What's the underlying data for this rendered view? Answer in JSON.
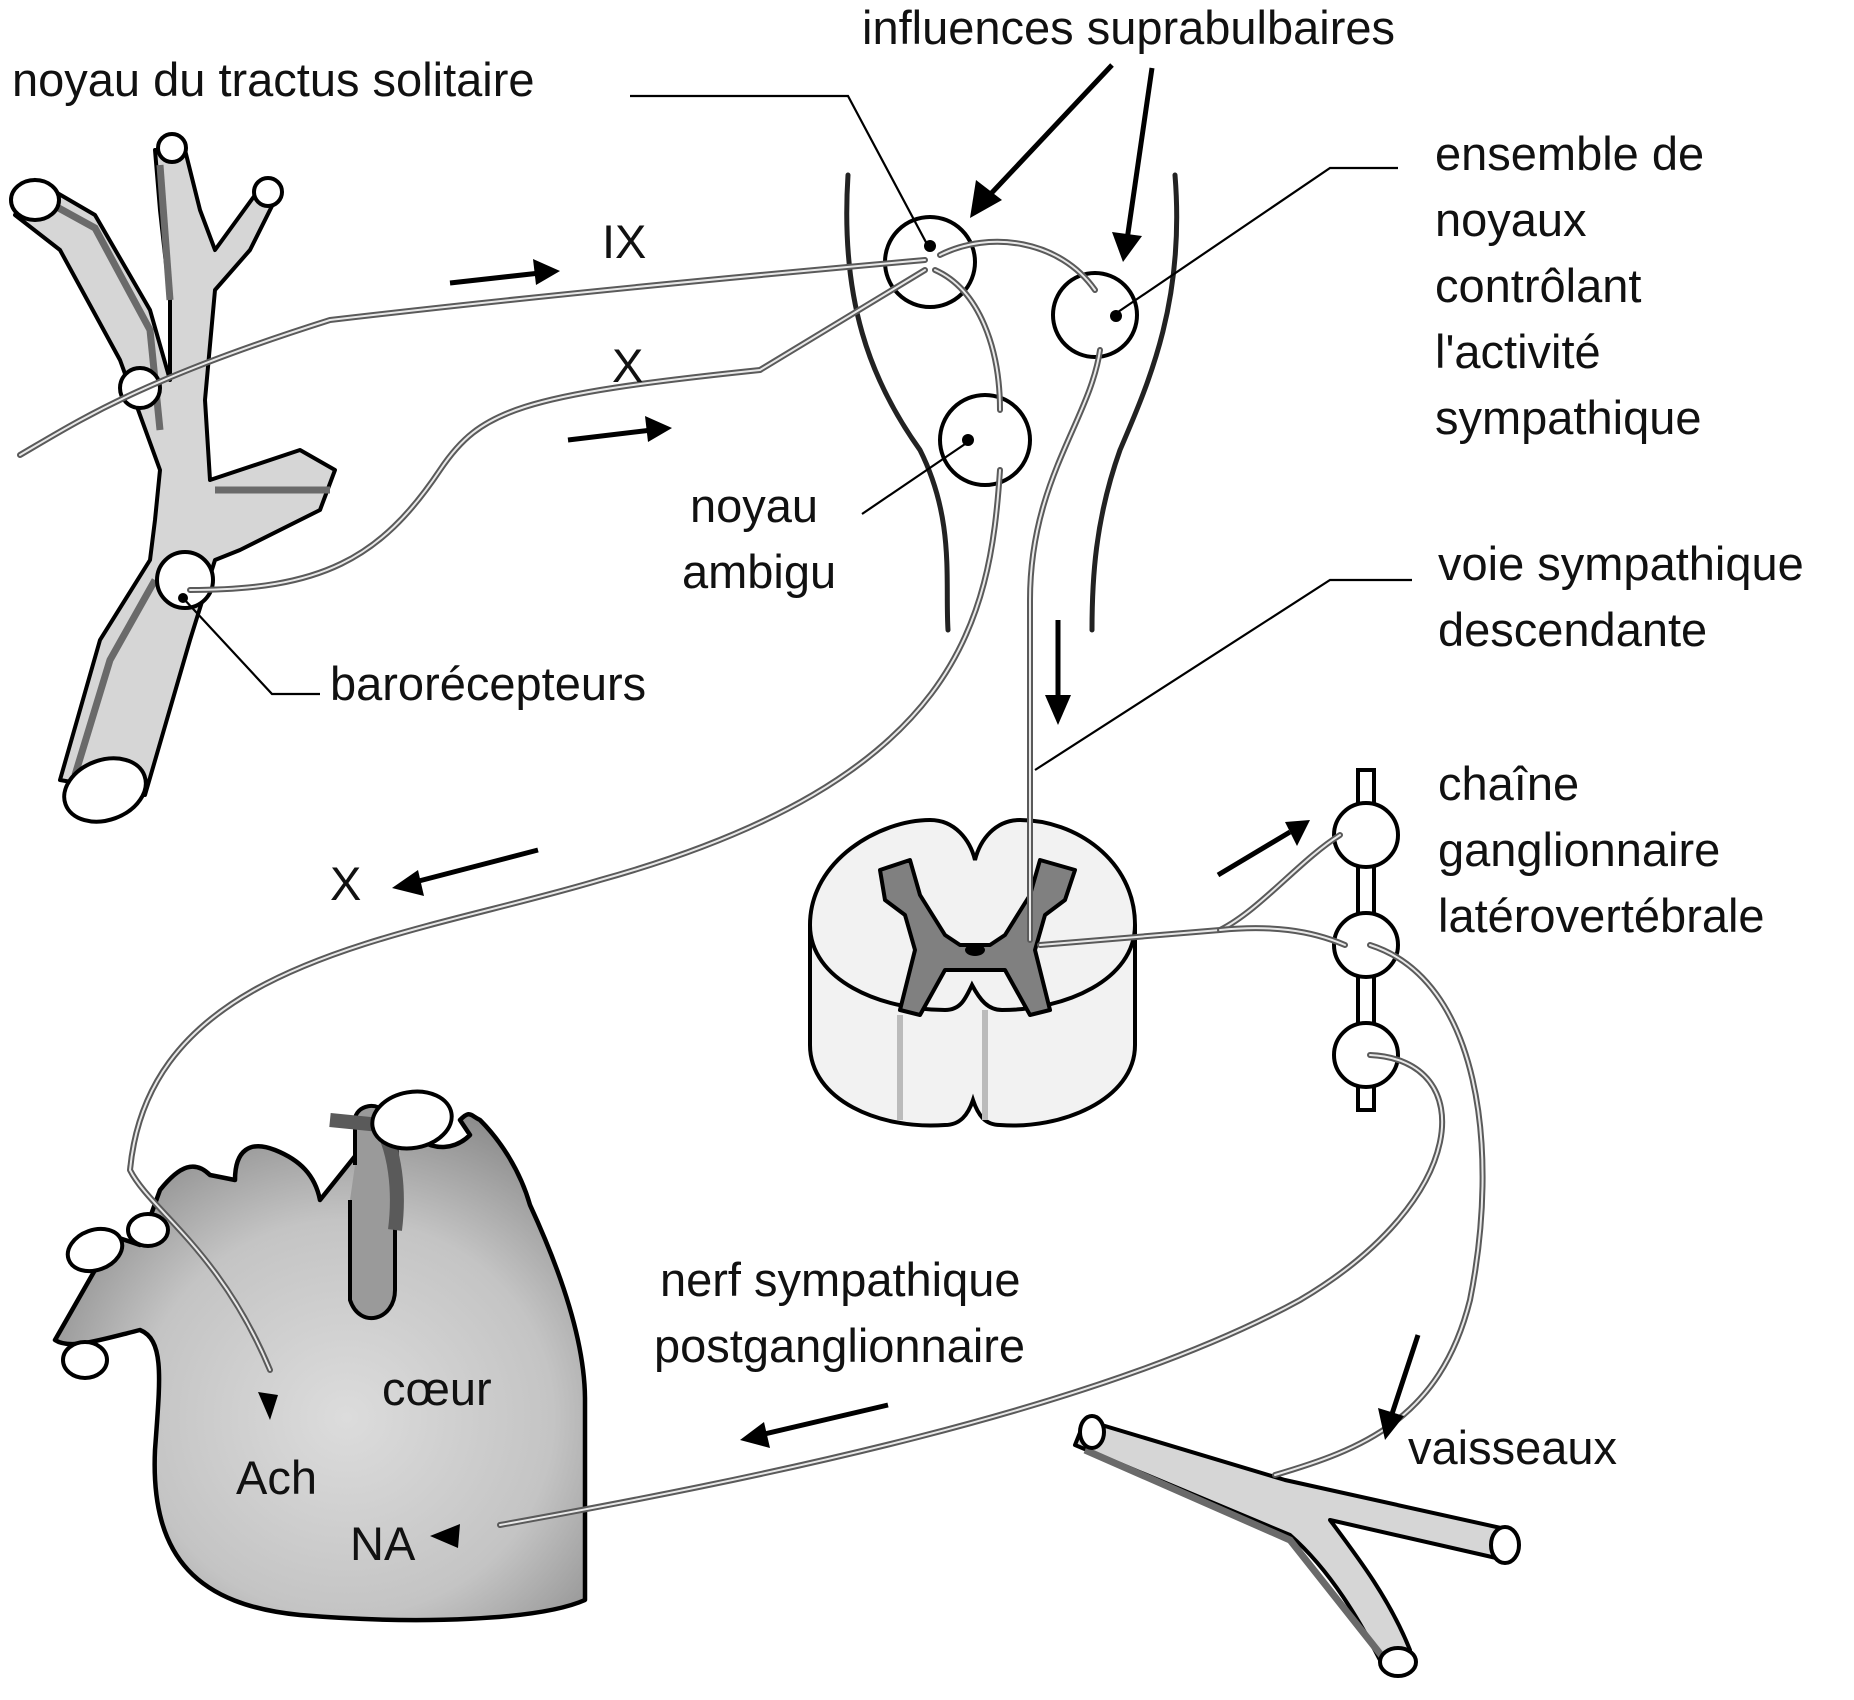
{
  "labels": {
    "influences": "influences suprabulbaires",
    "nts": "noyau du tractus solitaire",
    "ensemble": [
      "ensemble de",
      "noyaux",
      "contrôlant",
      "l'activité",
      "sympathique"
    ],
    "ix": "IX",
    "x_upper": "X",
    "noyau_ambigu": [
      "noyau",
      "ambigu"
    ],
    "voie": [
      "voie sympathique",
      "descendante"
    ],
    "barorecepteurs": "barorécepteurs",
    "chaine": [
      "chaîne",
      "ganglionnaire",
      "latérovertébrale"
    ],
    "x_lower": "X",
    "nerf": [
      "nerf sympathique",
      "postganglionnaire"
    ],
    "coeur": "cœur",
    "vaisseaux": "vaisseaux",
    "ach": "Ach",
    "na": "NA"
  },
  "colors": {
    "vessel_fill": "#d6d6d6",
    "heart_fill": "#c8c8c8",
    "nerve": "#5a5a5a",
    "outline": "#000000"
  }
}
